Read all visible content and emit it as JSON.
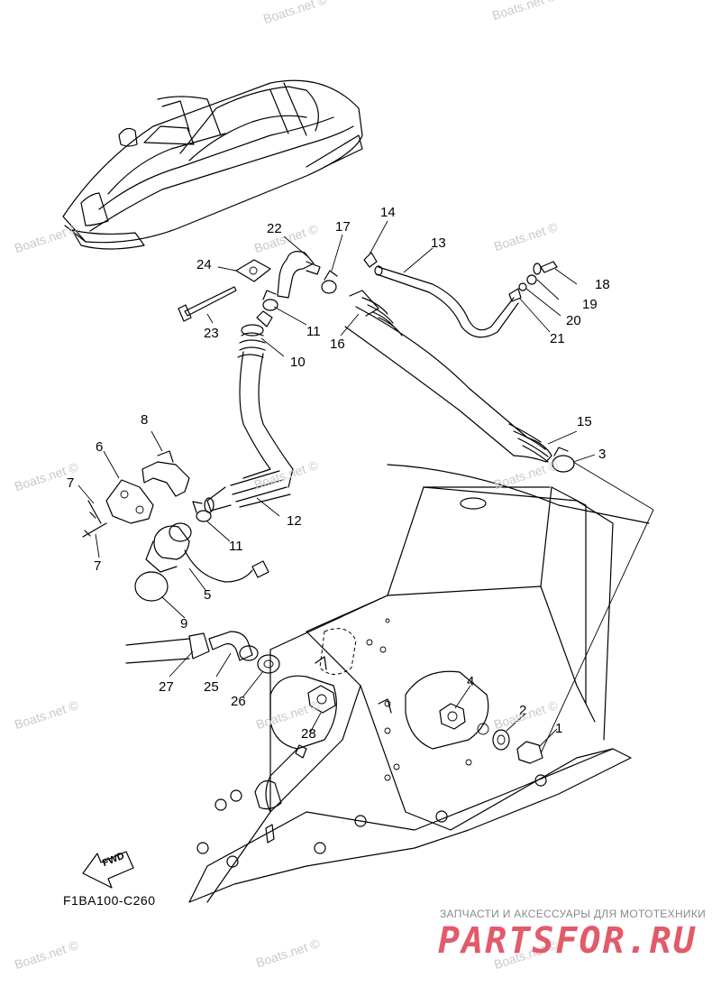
{
  "diagram": {
    "code": "F1BA100-C260",
    "fwd_label": "FWD",
    "callouts": [
      "1",
      "2",
      "3",
      "4",
      "5",
      "6",
      "7",
      "7",
      "8",
      "9",
      "10",
      "11",
      "11",
      "12",
      "13",
      "14",
      "15",
      "16",
      "17",
      "18",
      "19",
      "20",
      "21",
      "22",
      "23",
      "24",
      "25",
      "26",
      "27",
      "28"
    ]
  },
  "watermark": {
    "text": "Boats.net ©"
  },
  "branding": {
    "tagline": "ЗАПЧАСТИ И АКСЕССУАРЫ ДЛЯ МОТОТЕХНИКИ",
    "logo": "PARTSFOR.RU",
    "logo_color": "#e35a6a"
  }
}
